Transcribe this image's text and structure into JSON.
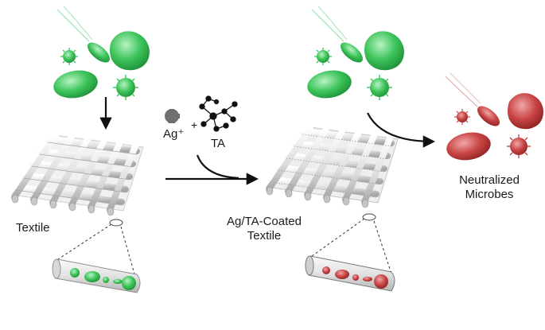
{
  "labels": {
    "textile": "Textile",
    "ag_ion": "Ag⁺",
    "plus": "+",
    "ta": "TA",
    "coated_line1": "Ag/TA-Coated",
    "coated_line2": "Textile",
    "neutralized_line1": "Neutralized",
    "neutralized_line2": "Microbes"
  },
  "colors": {
    "live_microbe": "#3cc45a",
    "live_microbe_dark": "#1f8f3a",
    "dead_microbe": "#c94444",
    "dead_microbe_dark": "#8e2323",
    "fabric": "#e6e6e6",
    "fabric_edge": "#9a9a9a",
    "arrow": "#111111",
    "ag_ion": "#707070"
  },
  "icons": [
    "bacterium-icon",
    "virus-icon",
    "cocci-icon",
    "ag-ion-icon",
    "tannic-acid-molecule-icon"
  ]
}
